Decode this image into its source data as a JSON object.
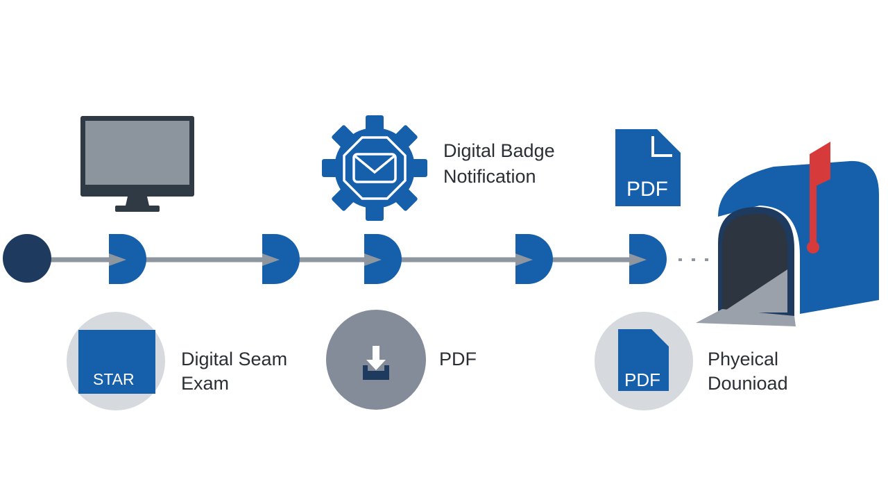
{
  "colors": {
    "primary_blue": "#1660ab",
    "dark_navy": "#1e3a5f",
    "monitor_screen": "#8c949e",
    "monitor_frame": "#2f3a45",
    "connector_gray": "#8e96a0",
    "circle_light": "#d6dade",
    "circle_mid": "#838c98",
    "mailbox_flag": "#d63a3a",
    "mailbox_inner": "#2d3540",
    "mailbox_floor": "#9aa1aa"
  },
  "icons": {
    "start": "start-node-icon",
    "monitor": "monitor-icon",
    "badge": "gear-envelope-icon",
    "pdf_top": "pdf-document-icon",
    "mailbox": "mailbox-icon",
    "start_card": "start-card-icon",
    "download": "download-tray-icon",
    "pdf_bottom": "pdf-document-icon"
  },
  "steps": {
    "badge": {
      "line1": "Digital Badge",
      "line2": "Notification"
    },
    "exam": {
      "line1": "Digital Seam",
      "line2": "Exam"
    },
    "pdf": {
      "label": "PDF"
    },
    "physical": {
      "line1": "Phyeical",
      "line2": "Dounioad"
    }
  },
  "doc_labels": {
    "pdf_top": "PDF",
    "pdf_bottom": "PDF",
    "start_card": "STAR"
  }
}
